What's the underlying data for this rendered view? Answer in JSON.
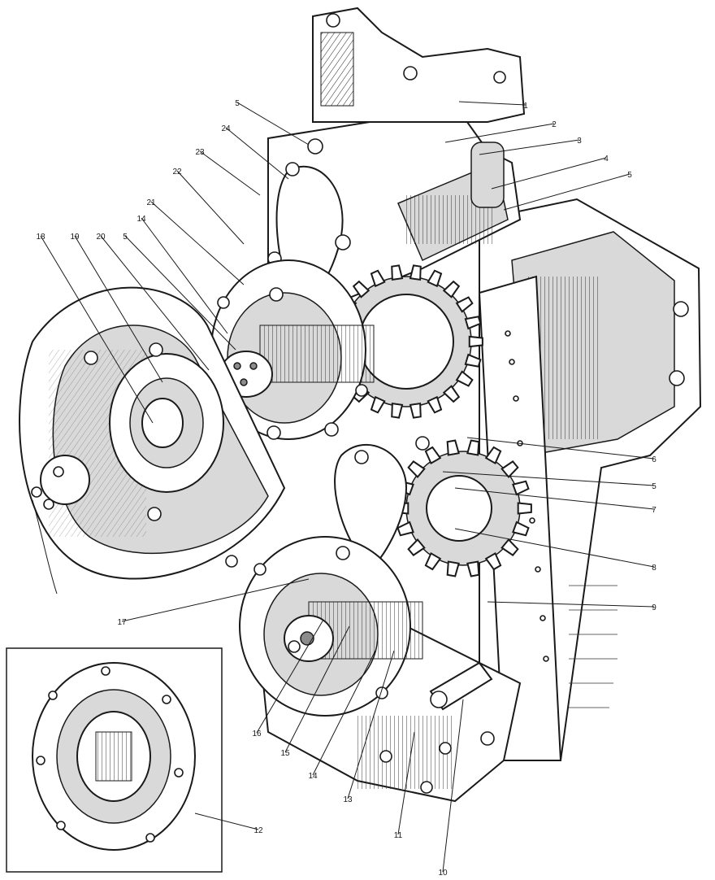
{
  "callouts": [
    {
      "label": "1",
      "kind": "right"
    },
    {
      "label": "2",
      "kind": "right"
    },
    {
      "label": "3",
      "kind": "right"
    },
    {
      "label": "4",
      "kind": "right"
    },
    {
      "label": "5",
      "kind": "right"
    },
    {
      "label": "6",
      "kind": "right"
    },
    {
      "label": "5",
      "kind": "right"
    },
    {
      "label": "7",
      "kind": "right"
    },
    {
      "label": "8",
      "kind": "right"
    },
    {
      "label": "9",
      "kind": "right"
    },
    {
      "label": "10",
      "kind": "bottom"
    },
    {
      "label": "11",
      "kind": "bottom"
    },
    {
      "label": "13",
      "kind": "bottom"
    },
    {
      "label": "14",
      "kind": "bottom"
    },
    {
      "label": "15",
      "kind": "bottom"
    },
    {
      "label": "16",
      "kind": "bottom"
    },
    {
      "label": "17",
      "kind": "left"
    },
    {
      "label": "12",
      "kind": "inset"
    },
    {
      "label": "18",
      "kind": "top"
    },
    {
      "label": "19",
      "kind": "top"
    },
    {
      "label": "20",
      "kind": "top"
    },
    {
      "label": "5",
      "kind": "top"
    },
    {
      "label": "14",
      "kind": "top"
    },
    {
      "label": "21",
      "kind": "top"
    },
    {
      "label": "22",
      "kind": "top"
    },
    {
      "label": "23",
      "kind": "top"
    },
    {
      "label": "24",
      "kind": "top"
    },
    {
      "label": "5",
      "kind": "top"
    }
  ]
}
